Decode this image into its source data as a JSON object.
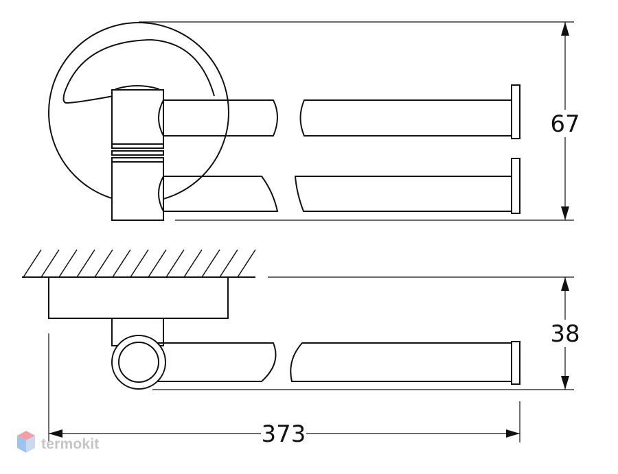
{
  "dimensions": {
    "height_top_view": "67",
    "depth_side_view": "38",
    "overall_length": "373"
  },
  "watermark": {
    "brand": "termokit"
  },
  "colors": {
    "line": "#111111",
    "watermark": "#c5c5c5",
    "logo_top": "#f2a0a8",
    "logo_left": "#9ec3ee",
    "logo_right": "#c9d9ef"
  }
}
